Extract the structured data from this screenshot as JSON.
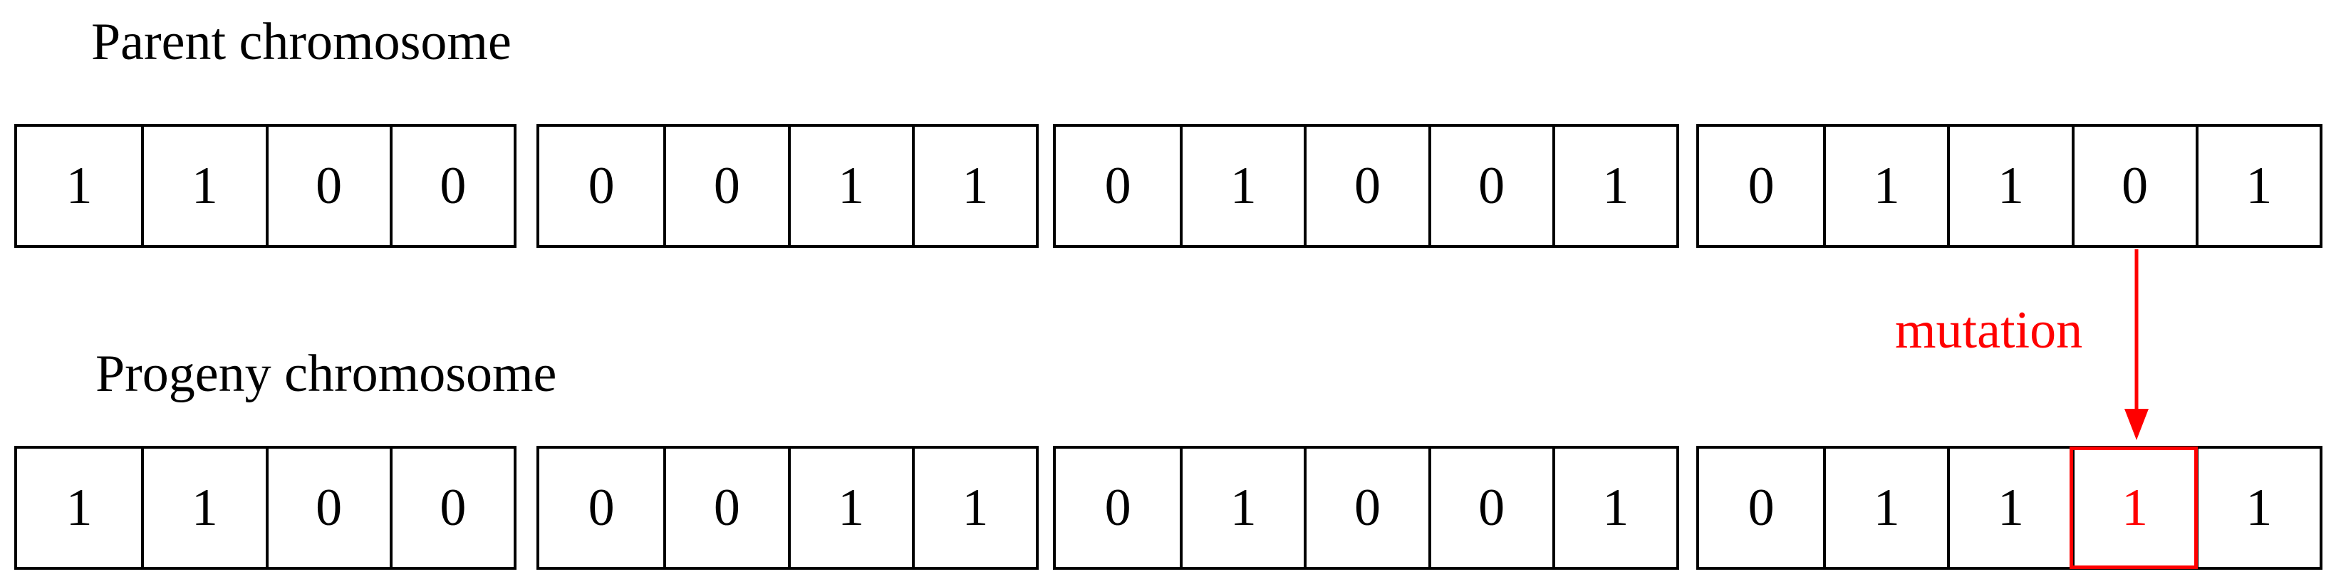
{
  "labels": {
    "parent": "Parent chromosome",
    "progeny": "Progeny chromosome",
    "mutation": "mutation"
  },
  "colors": {
    "line": "#000000",
    "mutation": "#ff0000"
  },
  "parent": {
    "segments": [
      [
        "1",
        "1",
        "0",
        "0"
      ],
      [
        "0",
        "0",
        "1",
        "1"
      ],
      [
        "0",
        "1",
        "0",
        "0",
        "1"
      ],
      [
        "0",
        "1",
        "1",
        "0",
        "1"
      ]
    ]
  },
  "progeny": {
    "segments": [
      [
        "1",
        "1",
        "0",
        "0"
      ],
      [
        "0",
        "0",
        "1",
        "1"
      ],
      [
        "0",
        "1",
        "0",
        "0",
        "1"
      ],
      [
        "0",
        "1",
        "1",
        "1",
        "1"
      ]
    ]
  },
  "mutation_site": {
    "segment": 3,
    "gene": 3
  }
}
